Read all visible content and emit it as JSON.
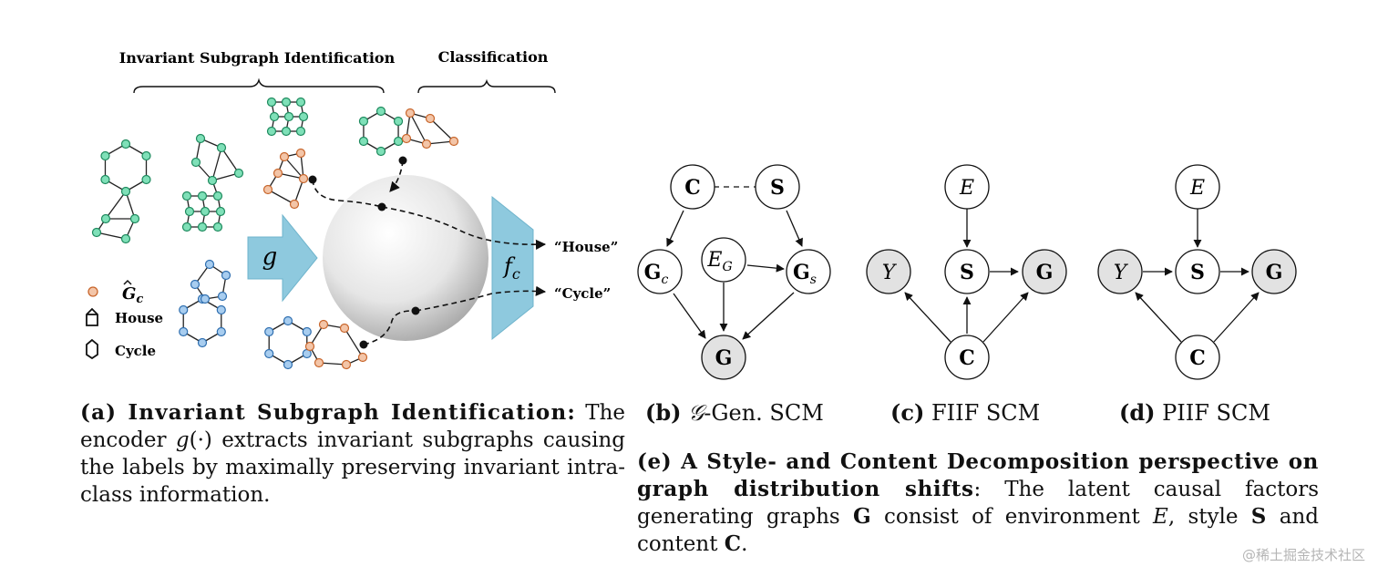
{
  "panel_a": {
    "header_left": "Invariant Subgraph Identification",
    "header_right": "Classification",
    "encoder_label": "g",
    "classifier_label": "f",
    "classifier_sub": "c",
    "output_house": "“House”",
    "output_cycle": "“Cycle”",
    "legend": {
      "gc_symbol": "G",
      "gc_sub": "c",
      "house": "House",
      "cycle": "Cycle"
    },
    "caption": {
      "head": "(a) Invariant Subgraph Identification:",
      "body_1": "The encoder",
      "body_g": "g",
      "body_dot": "(·)",
      "body_2": "extracts invariant subgraphs causing the labels by maximally preserving invariant intra-class information."
    }
  },
  "panel_b": {
    "nodes": {
      "C": "C",
      "S": "S",
      "Gc": "G",
      "Gc_sub": "c",
      "EG": "E",
      "EG_sub": "G",
      "Gs": "G",
      "Gs_sub": "s",
      "G": "G"
    },
    "caption_tag": "(b)",
    "caption_g": "𝒢",
    "caption_text": "-Gen. SCM"
  },
  "panel_c": {
    "nodes": {
      "E": "E",
      "Y": "Y",
      "S": "S",
      "G": "G",
      "C": "C"
    },
    "caption_tag": "(c)",
    "caption_text": "FIIF SCM"
  },
  "panel_d": {
    "nodes": {
      "E": "E",
      "Y": "Y",
      "S": "S",
      "G": "G",
      "C": "C"
    },
    "caption_tag": "(d)",
    "caption_text": "PIIF SCM"
  },
  "caption_e": {
    "head": "(e) A Style- and Content Decomposition perspective on graph distribution shifts",
    "t1": ": The latent causal factors generating graphs",
    "G": "G",
    "t2": "consist of environment",
    "E": "E",
    "t3": ", style",
    "S": "S",
    "t4": "and content",
    "C": "C",
    "t5": "."
  },
  "watermark": "@稀土掘金技术社区",
  "colors": {
    "green_fill": "#7fe0b8",
    "green_stroke": "#1e8a5e",
    "blue_fill": "#a8cdef",
    "blue_stroke": "#2f6fb0",
    "orange_fill": "#f3c5a8",
    "orange_stroke": "#c8662c",
    "arrow_fill": "#8ec9de",
    "shaded_node": "#e2e2e2"
  }
}
